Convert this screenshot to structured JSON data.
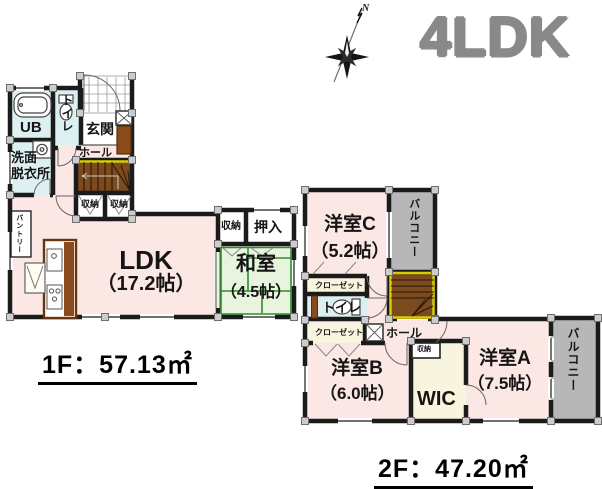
{
  "title": "4LDK",
  "compass": {
    "north_label": "N"
  },
  "colors": {
    "room_pink": "#fbe7e4",
    "wet_area_blue": "#dcf0f2",
    "tatami_green": "#e8f4de",
    "closet_cream": "#f9f4dd",
    "balcony_gray": "#b7b7b7",
    "stair_brown": "#7b4a1f",
    "cabinet_brown": "#8a4a1c",
    "wall_black": "#1b1b1b",
    "stair_accent_yellow": "#d6cf00",
    "title_gray": "#898989"
  },
  "floor1": {
    "area_label": "1F：57.13㎡",
    "rooms": {
      "ub": "UB",
      "toilet": "トイレ",
      "genkan": "玄関",
      "washroom": "洗面\n脱衣所",
      "hall": "ホール",
      "storage_a": "収納",
      "storage_b": "収納",
      "pantry": "パントリー",
      "ldk_name": "LDK",
      "ldk_size": "（17.2帖）",
      "storage_c": "収納",
      "oshiire": "押入",
      "washitsu_name": "和室",
      "washitsu_size": "（4.5帖）"
    }
  },
  "floor2": {
    "area_label": "2F：47.20㎡",
    "rooms": {
      "yoshitsu_c_name": "洋室C",
      "yoshitsu_c_size": "（5.2帖）",
      "balcony_top": "バルコニー",
      "closet_upper": "クローゼット",
      "toilet": "トイレ",
      "closet_lower": "クローゼット",
      "hall": "ホール",
      "storage": "収納",
      "yoshitsu_b_name": "洋室B",
      "yoshitsu_b_size": "（6.0帖）",
      "wic": "WIC",
      "yoshitsu_a_name": "洋室A",
      "yoshitsu_a_size": "（7.5帖）",
      "balcony_right": "バルコニー"
    }
  }
}
